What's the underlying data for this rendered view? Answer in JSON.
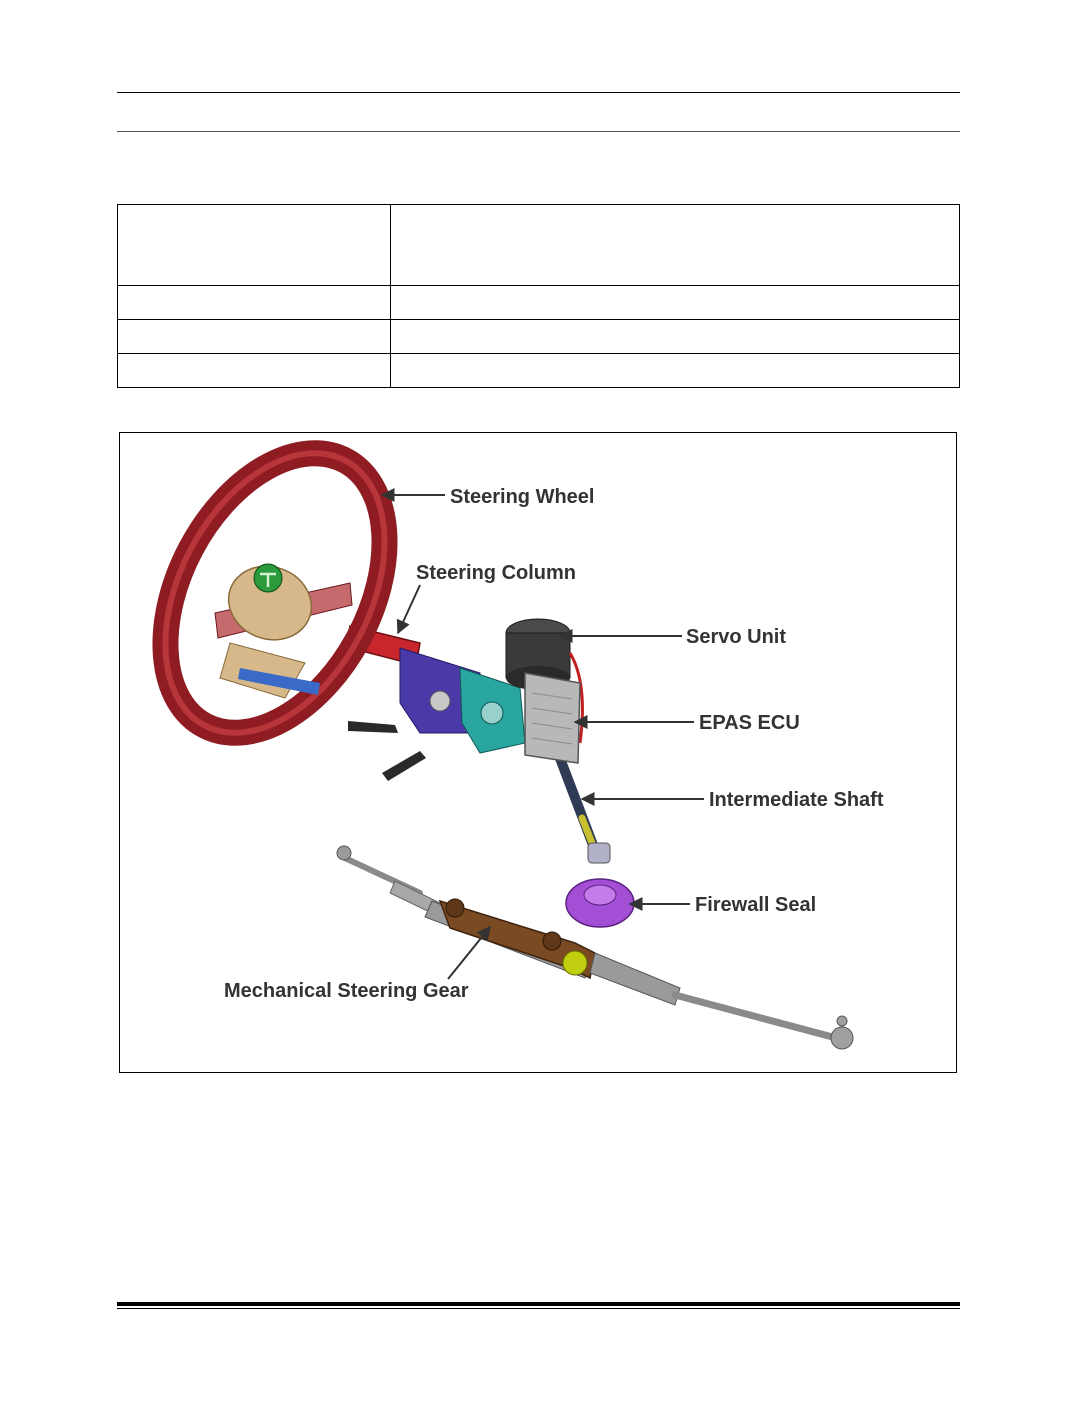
{
  "table": {
    "rows": [
      [
        "",
        ""
      ],
      [
        "",
        ""
      ],
      [
        "",
        ""
      ],
      [
        "",
        ""
      ]
    ]
  },
  "figure": {
    "labels": {
      "steering_wheel": "Steering Wheel",
      "steering_column": "Steering Column",
      "servo_unit": "Servo Unit",
      "epas_ecu": "EPAS ECU",
      "intermediate_shaft": "Intermediate Shaft",
      "firewall_seal": "Firewall Seal",
      "mechanical_steering_gear": "Mechanical Steering Gear"
    },
    "colors": {
      "wheel": "#8e1c22",
      "column": "#c8262c",
      "bracket": "#4a3aa8",
      "gearbox": "#2aa6a0",
      "servo": "#3a3a3a",
      "ecu": "#b8b8b8",
      "shaft": "#2f3a55",
      "seal": "#a24fd6",
      "rack": "#7a4a22",
      "boot": "#9a9a9a"
    }
  }
}
